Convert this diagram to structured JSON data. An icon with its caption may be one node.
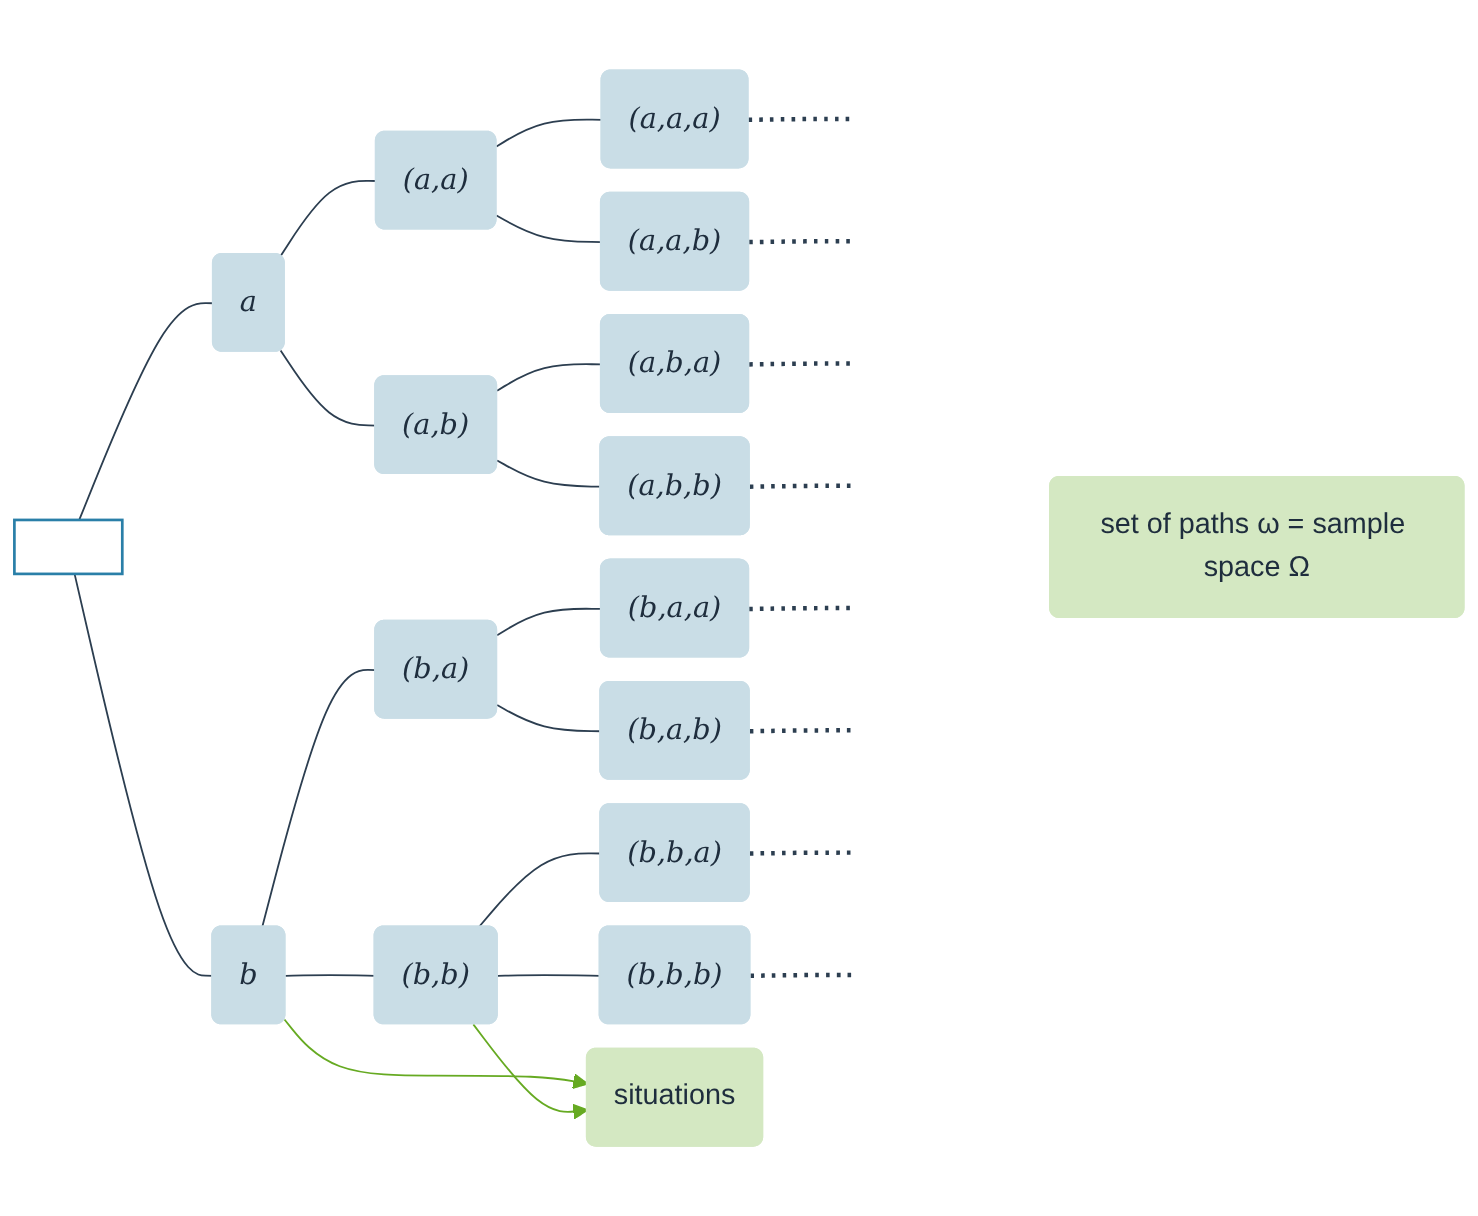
{
  "diagram": {
    "nodes": [
      {
        "text": [],
        "shape": "box"
      },
      {
        "text": [
          "b"
        ]
      },
      {
        "text": [
          "a"
        ]
      },
      {
        "text": [
          "(b,b)"
        ]
      },
      {
        "text": [
          "(b,a)"
        ]
      },
      {
        "text": [
          "(a,b)"
        ]
      },
      {
        "text": [
          "(a,a)"
        ]
      },
      {
        "text": [
          "(b,b,b)"
        ]
      },
      {
        "text": [
          "(b,b,a)"
        ]
      },
      {
        "text": [
          "(b,a,b)"
        ]
      },
      {
        "text": [
          "(b,a,a)"
        ]
      },
      {
        "text": [
          "(a,b,b)"
        ]
      },
      {
        "text": [
          "(a,b,a)"
        ]
      },
      {
        "text": [
          "(a,a,b)"
        ]
      },
      {
        "text": [
          "(a,a,a)"
        ]
      },
      {
        "text": [
          "situations"
        ]
      },
      {
        "text": [
          "set of paths ω = sample space Ω"
        ]
      }
    ],
    "edges": [
      {
        "from": 0,
        "to": 1,
        "arrow": "none"
      },
      {
        "from": 0,
        "to": 2,
        "arrow": "none"
      },
      {
        "from": 1,
        "to": 3,
        "arrow": "none"
      },
      {
        "from": 1,
        "to": 4,
        "arrow": "none"
      },
      {
        "from": 2,
        "to": 5,
        "arrow": "none"
      },
      {
        "from": 2,
        "to": 6,
        "arrow": "none"
      },
      {
        "from": 3,
        "to": 7,
        "arrow": "none"
      },
      {
        "from": 3,
        "to": 8,
        "arrow": "none"
      },
      {
        "from": 4,
        "to": 9,
        "arrow": "none"
      },
      {
        "from": 4,
        "to": 10,
        "arrow": "none"
      },
      {
        "from": 5,
        "to": 11,
        "arrow": "none"
      },
      {
        "from": 5,
        "to": 12,
        "arrow": "none"
      },
      {
        "from": 6,
        "to": 13,
        "arrow": "none"
      },
      {
        "from": 6,
        "to": 14,
        "arrow": "none"
      },
      {
        "from": 7,
        "to": null,
        "arrow": "none",
        "style": "dashed"
      },
      {
        "from": 8,
        "to": null,
        "arrow": "none",
        "style": "dashed"
      },
      {
        "from": 9,
        "to": null,
        "arrow": "none",
        "style": "dashed"
      },
      {
        "from": 10,
        "to": null,
        "arrow": "none",
        "style": "dashed"
      },
      {
        "from": 11,
        "to": null,
        "arrow": "none",
        "style": "dashed"
      },
      {
        "from": 12,
        "to": null,
        "arrow": "none",
        "style": "dashed"
      },
      {
        "from": 13,
        "to": null,
        "arrow": "none",
        "style": "dashed"
      },
      {
        "from": 14,
        "to": null,
        "arrow": "none",
        "style": "dashed"
      },
      {
        "from": 3,
        "to": 15,
        "arrow": "to",
        "color": "#66aa22"
      },
      {
        "from": 1,
        "to": 15,
        "arrow": "to",
        "color": "#66aa22"
      }
    ]
  }
}
